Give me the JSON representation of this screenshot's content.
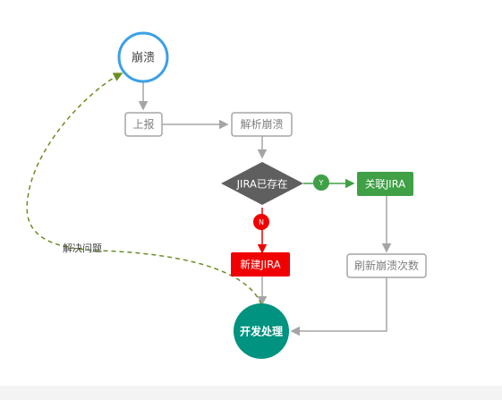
{
  "nodes": {
    "crash": {
      "label": "崩溃"
    },
    "report": {
      "label": "上报"
    },
    "parse": {
      "label": "解析崩溃"
    },
    "jira_exists": {
      "label": "JIRA已存在"
    },
    "link_jira": {
      "label": "关联JIRA"
    },
    "new_jira": {
      "label": "新建JIRA"
    },
    "refresh_count": {
      "label": "刷新崩溃次数"
    },
    "dev_process": {
      "label": "开发处理"
    }
  },
  "edges": {
    "yes_label": "Y",
    "no_label": "N",
    "resolve_label": "解决问题"
  },
  "colors": {
    "crash_border": "#3ca0e6",
    "gray_border": "#a5a5a5",
    "gray_text": "#7f7f7f",
    "diamond_fill": "#5f5f5f",
    "green": "#3fa046",
    "red": "#f00000",
    "teal": "#00937f",
    "dashed_green": "#6b8e23"
  }
}
